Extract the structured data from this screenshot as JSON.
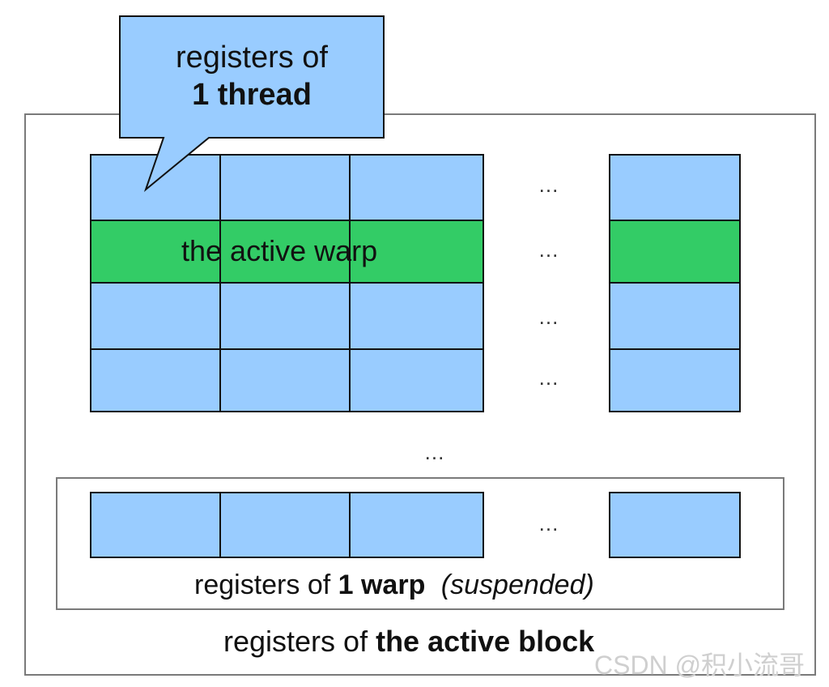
{
  "callout": {
    "line1": "registers of",
    "line2": "1 thread"
  },
  "grid": {
    "active_warp_label": "the active warp",
    "row_ellipsis": "...",
    "col_ellipsis": "..."
  },
  "warp_box": {
    "label_prefix": "registers of ",
    "label_bold": "1 warp",
    "label_italic": "(suspended)",
    "ellipsis": "..."
  },
  "block": {
    "label_prefix": "registers of ",
    "label_bold": "the active block"
  },
  "watermark": "CSDN @积小流哥",
  "colors": {
    "register_blue": "#99ccff",
    "active_green": "#33cc66",
    "frame_gray": "#7a7a7a"
  }
}
